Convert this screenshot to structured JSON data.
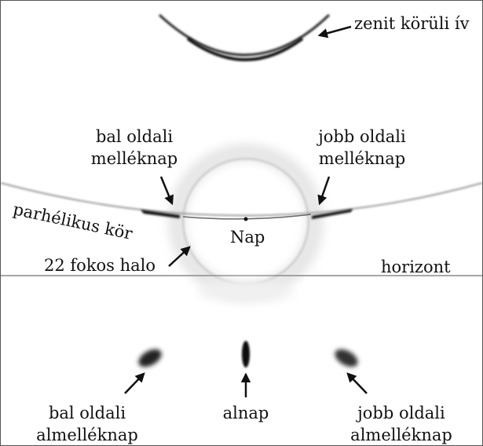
{
  "labels": {
    "zenith_arc": "zenit körüli ív",
    "left_parhelion_1": "bal oldali",
    "left_parhelion_2": "melléknap",
    "right_parhelion_1": "jobb oldali",
    "right_parhelion_2": "melléknap",
    "parhelic_circle": "parhélikus kör",
    "sun": "Nap",
    "halo_22": "22 fokos halo",
    "horizon": "horizont",
    "left_subparhelion_1": "bal oldali",
    "left_subparhelion_2": "almelléknap",
    "subsun": "alnap",
    "right_subparhelion_1": "jobb oldali",
    "right_subparhelion_2": "almelléknap"
  },
  "colors": {
    "ink": "#111111",
    "horizon_line": "#8a8a8a",
    "halo": "#cfcfcf",
    "frame": "#555555"
  }
}
